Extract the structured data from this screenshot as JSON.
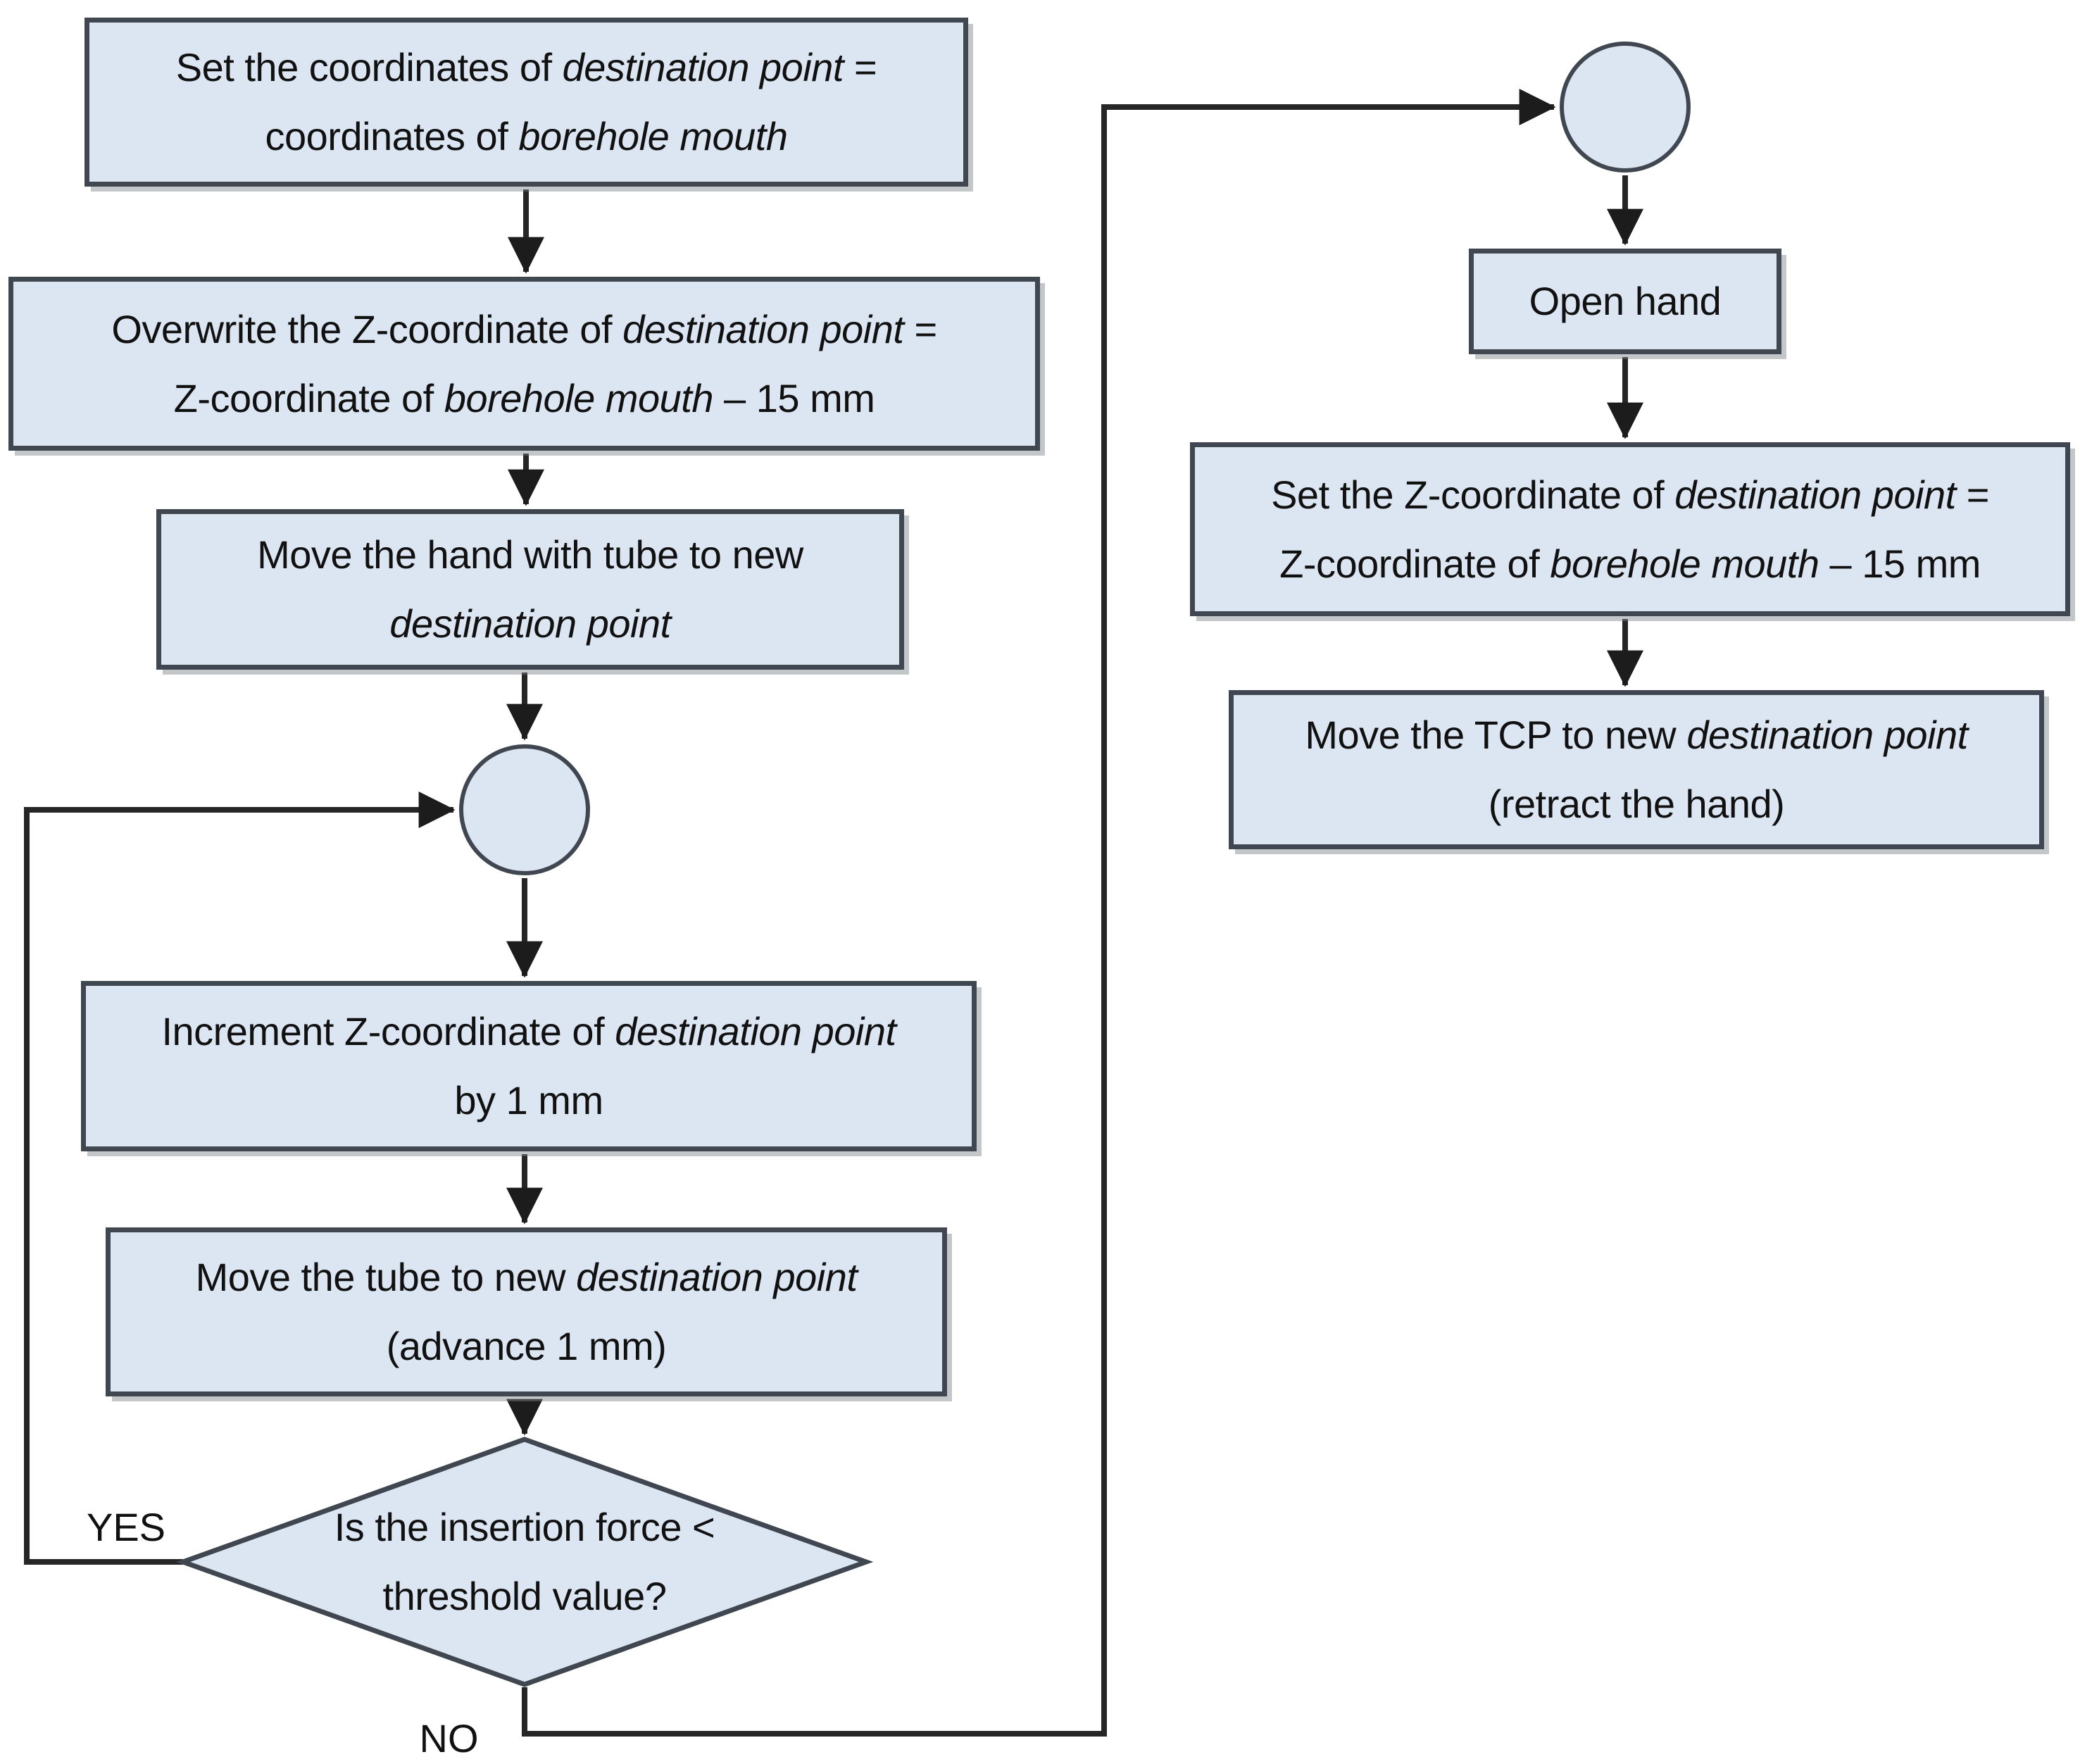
{
  "diagram": {
    "type": "flowchart",
    "colors": {
      "background": "#ffffff",
      "node_fill": "#dce6f3",
      "node_border": "#404750",
      "line": "#262626",
      "text": "#111111",
      "shadow": "rgba(125,130,138,0.45)"
    },
    "labels": {
      "yes": "YES",
      "no": "NO"
    },
    "nodes": {
      "set_destination": {
        "shape": "process",
        "lines": [
          [
            {
              "t": "Set the coordinates of ",
              "i": false
            },
            {
              "t": "destination point",
              "i": true
            },
            {
              "t": " =",
              "i": false
            }
          ],
          [
            {
              "t": "coordinates of ",
              "i": false
            },
            {
              "t": "borehole mouth",
              "i": true
            }
          ]
        ]
      },
      "overwrite_z": {
        "shape": "process",
        "lines": [
          [
            {
              "t": "Overwrite the Z-coordinate of ",
              "i": false
            },
            {
              "t": "destination point",
              "i": true
            },
            {
              "t": " =",
              "i": false
            }
          ],
          [
            {
              "t": "Z-coordinate of ",
              "i": false
            },
            {
              "t": "borehole mouth",
              "i": true
            },
            {
              "t": " – 15 mm",
              "i": false
            }
          ]
        ]
      },
      "move_hand": {
        "shape": "process",
        "lines": [
          [
            {
              "t": "Move the hand with tube to new",
              "i": false
            }
          ],
          [
            {
              "t": "destination point",
              "i": true
            }
          ]
        ]
      },
      "junction_left": {
        "shape": "connector-circle"
      },
      "increment_z": {
        "shape": "process",
        "lines": [
          [
            {
              "t": "Increment Z-coordinate of ",
              "i": false
            },
            {
              "t": "destination point",
              "i": true
            }
          ],
          [
            {
              "t": "by 1 mm",
              "i": false
            }
          ]
        ]
      },
      "move_tube": {
        "shape": "process",
        "lines": [
          [
            {
              "t": "Move the tube to new ",
              "i": false
            },
            {
              "t": "destination point",
              "i": true
            }
          ],
          [
            {
              "t": "(advance 1 mm)",
              "i": false
            }
          ]
        ]
      },
      "force_check": {
        "shape": "decision",
        "lines": [
          [
            {
              "t": "Is the insertion force <",
              "i": false
            }
          ],
          [
            {
              "t": "threshold value?",
              "i": false
            }
          ]
        ]
      },
      "junction_right": {
        "shape": "connector-circle"
      },
      "open_hand": {
        "shape": "process",
        "lines": [
          [
            {
              "t": "Open hand",
              "i": false
            }
          ]
        ]
      },
      "set_z": {
        "shape": "process",
        "lines": [
          [
            {
              "t": "Set the Z-coordinate of ",
              "i": false
            },
            {
              "t": "destination point",
              "i": true
            },
            {
              "t": " =",
              "i": false
            }
          ],
          [
            {
              "t": "Z-coordinate of ",
              "i": false
            },
            {
              "t": "borehole mouth",
              "i": true
            },
            {
              "t": " – 15 mm",
              "i": false
            }
          ]
        ]
      },
      "move_tcp": {
        "shape": "process",
        "lines": [
          [
            {
              "t": "Move the TCP to new ",
              "i": false
            },
            {
              "t": "destination point",
              "i": true
            }
          ],
          [
            {
              "t": "(retract the hand)",
              "i": false
            }
          ]
        ]
      }
    },
    "edges": [
      {
        "from": "set_destination",
        "to": "overwrite_z",
        "label": ""
      },
      {
        "from": "overwrite_z",
        "to": "move_hand",
        "label": ""
      },
      {
        "from": "move_hand",
        "to": "junction_left",
        "label": ""
      },
      {
        "from": "junction_left",
        "to": "increment_z",
        "label": ""
      },
      {
        "from": "increment_z",
        "to": "move_tube",
        "label": ""
      },
      {
        "from": "move_tube",
        "to": "force_check",
        "label": ""
      },
      {
        "from": "force_check",
        "to": "junction_left",
        "label": "YES"
      },
      {
        "from": "force_check",
        "to": "junction_right",
        "label": "NO"
      },
      {
        "from": "junction_right",
        "to": "open_hand",
        "label": ""
      },
      {
        "from": "open_hand",
        "to": "set_z",
        "label": ""
      },
      {
        "from": "set_z",
        "to": "move_tcp",
        "label": ""
      }
    ]
  }
}
